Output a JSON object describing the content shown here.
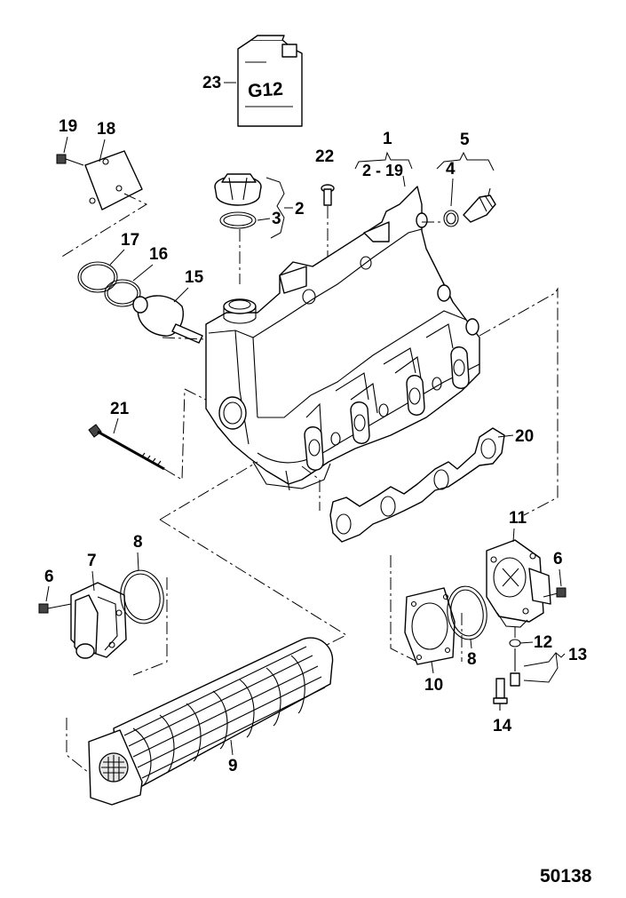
{
  "diagram": {
    "figure_number": "50138",
    "canister_text": "G12",
    "labels": {
      "p1": "1",
      "p1_range": "2 - 19",
      "p2": "2",
      "p3": "3",
      "p4": "4",
      "p5": "5",
      "p6_left": "6",
      "p6_right": "6",
      "p7": "7",
      "p8_left": "8",
      "p8_right": "8",
      "p9": "9",
      "p10": "10",
      "p11": "11",
      "p12": "12",
      "p13": "13",
      "p14": "14",
      "p15": "15",
      "p16": "16",
      "p17": "17",
      "p18": "18",
      "p19": "19",
      "p20": "20",
      "p21": "21",
      "p22": "22",
      "p23": "23"
    }
  }
}
